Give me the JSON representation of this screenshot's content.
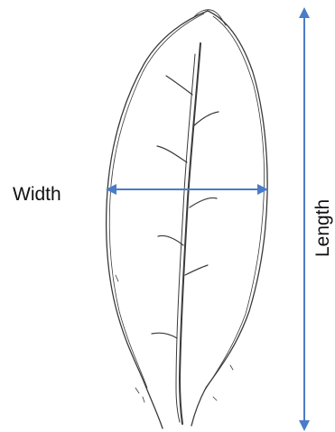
{
  "labels": {
    "width": "Width",
    "length": "Length"
  },
  "colors": {
    "arrow": "#4a7cc9",
    "sketch": "#3a3a3a",
    "background": "#ffffff"
  },
  "figure": {
    "subject": "leaf-sketch",
    "measurements": [
      "width-arrow",
      "length-arrow"
    ]
  }
}
